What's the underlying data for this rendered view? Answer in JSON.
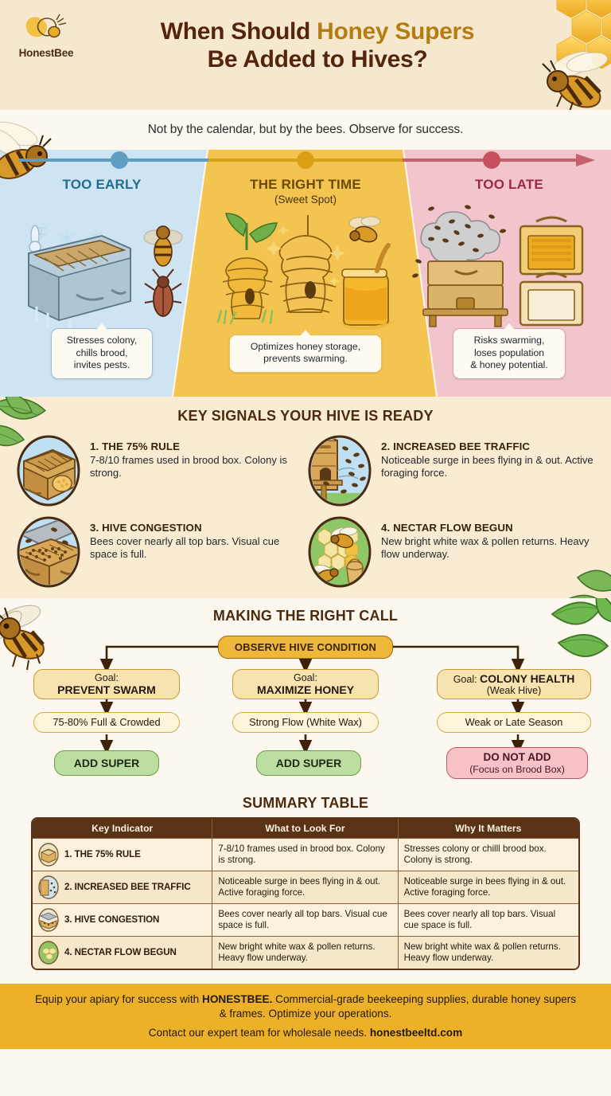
{
  "brand": {
    "name": "HonestBee",
    "logo_icon": "bee-logo-icon"
  },
  "header": {
    "title_line1_plain": "When Should ",
    "title_line1_accent": "Honey Supers",
    "title_line2": "Be Added to Hives?",
    "accent_color": "#b57c10",
    "title_color": "#54240c",
    "background": "#f6e8ce"
  },
  "subtitle": "Not by the calendar, but by the bees. Observe for success.",
  "timeline": {
    "columns": [
      {
        "heading": "TOO EARLY",
        "subheading": "",
        "heading_color": "#1f6e91",
        "dot_color": "#5d9ec2",
        "panel_color": "#cfe4f2",
        "callout": "Stresses colony,\nchills brood,\ninvites pests.",
        "art_icon": "cold-hive-icon"
      },
      {
        "heading": "THE RIGHT TIME",
        "subheading": "(Sweet Spot)",
        "heading_color": "#6b4a08",
        "dot_color": "#d9a015",
        "panel_color": "#f3c44f",
        "callout": "Optimizes honey storage,\nprevents swarming.",
        "art_icon": "honey-skeps-jar-icon"
      },
      {
        "heading": "TOO LATE",
        "subheading": "",
        "heading_color": "#9e2741",
        "dot_color": "#c6515c",
        "panel_color": "#f2c4cc",
        "callout": "Risks swarming,\nloses population\n& honey potential.",
        "art_icon": "swarming-hive-icon"
      }
    ]
  },
  "signals": {
    "title": "KEY SIGNALS YOUR HIVE IS READY",
    "items": [
      {
        "heading": "1. THE 75% RULE",
        "body": "7-8/10 frames used in brood box. Colony is strong.",
        "icon": "brood-box-frames-icon"
      },
      {
        "heading": "2. INCREASED BEE TRAFFIC",
        "body": "Noticeable surge in bees flying in & out. Active foraging force.",
        "icon": "hive-entrance-traffic-icon"
      },
      {
        "heading": "3. HIVE CONGESTION",
        "body": "Bees cover nearly all top bars. Visual cue space is full.",
        "icon": "congested-top-bars-icon"
      },
      {
        "heading": "4. NECTAR FLOW BEGUN",
        "body": "New bright white wax & pollen returns. Heavy flow underway.",
        "icon": "honeycomb-pollen-icon"
      }
    ]
  },
  "flow": {
    "title": "MAKING THE RIGHT CALL",
    "root": "OBSERVE HIVE CONDITION",
    "branches": [
      {
        "goal_prefix": "Goal:",
        "goal_main": "PREVENT SWARM",
        "goal_suffix": "",
        "condition": "75-80% Full & Crowded",
        "outcome": "ADD SUPER",
        "outcome_sub": "",
        "outcome_kind": "yes"
      },
      {
        "goal_prefix": "Goal:",
        "goal_main": "MAXIMIZE HONEY",
        "goal_suffix": "",
        "condition": "Strong Flow (White Wax)",
        "outcome": "ADD SUPER",
        "outcome_sub": "",
        "outcome_kind": "yes"
      },
      {
        "goal_prefix": "Goal: ",
        "goal_main": "COLONY HEALTH",
        "goal_suffix": "(Weak Hive)",
        "condition": "Weak or Late Season",
        "outcome": "DO NOT ADD",
        "outcome_sub": "(Focus on Brood Box)",
        "outcome_kind": "no"
      }
    ]
  },
  "summary": {
    "title": "SUMMARY TABLE",
    "headers": [
      "Key Indicator",
      "What to Look For",
      "Why It Matters"
    ],
    "rows": [
      {
        "indicator": "1. THE 75% RULE",
        "icon": "brood-box-frames-icon",
        "look_for": "7-8/10 frames used in brood box. Colony is strong.",
        "why": "Stresses colony or chilll brood box. Colony is strong."
      },
      {
        "indicator": "2. INCREASED BEE TRAFFIC",
        "icon": "hive-entrance-traffic-icon",
        "look_for": "Noticeable surge in bees flying in & out. Active foraging force.",
        "why": "Noticeable surge in bees flying in & out. Active foraging force."
      },
      {
        "indicator": "3. HIVE CONGESTION",
        "icon": "congested-top-bars-icon",
        "look_for": "Bees cover nearly all top bars. Visual cue space is full.",
        "why": "Bees cover nearly all top bars. Visual cue space is full."
      },
      {
        "indicator": "4. NECTAR FLOW BEGUN",
        "icon": "honeycomb-pollen-icon",
        "look_for": "New bright white wax & pollen returns. Heavy flow underway.",
        "why": "New bright white wax & pollen returns. Heavy flow underway."
      }
    ]
  },
  "footer": {
    "line1_a": "Equip your apiary for success with ",
    "line1_b": "HONESTBEE.",
    "line1_c": " Commercial-grade beekeeping supplies, durable honey supers & frames. Optimize your operations.",
    "line2_a": "Contact our expert team for wholesale needs. ",
    "line2_b": "honestbeeltd.com",
    "background": "#edb029"
  }
}
